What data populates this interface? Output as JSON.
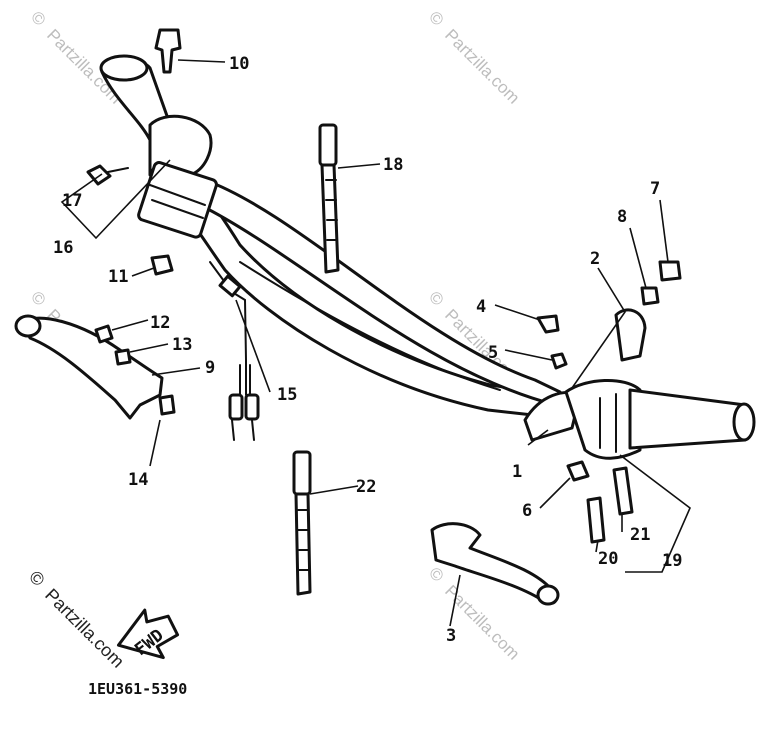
{
  "watermark": {
    "text": "Partzilla.com",
    "symbol": "©"
  },
  "diagram_code": "1EU361-5390",
  "fwd_label": "FWD",
  "callouts": {
    "c1": "1",
    "c2": "2",
    "c3": "3",
    "c4": "4",
    "c5": "5",
    "c6": "6",
    "c7": "7",
    "c8": "8",
    "c9": "9",
    "c10": "10",
    "c11": "11",
    "c12": "12",
    "c13": "13",
    "c14": "14",
    "c15": "15",
    "c16": "16",
    "c17": "17",
    "c18": "18",
    "c19": "19",
    "c20": "20",
    "c21": "21",
    "c22": "22"
  }
}
